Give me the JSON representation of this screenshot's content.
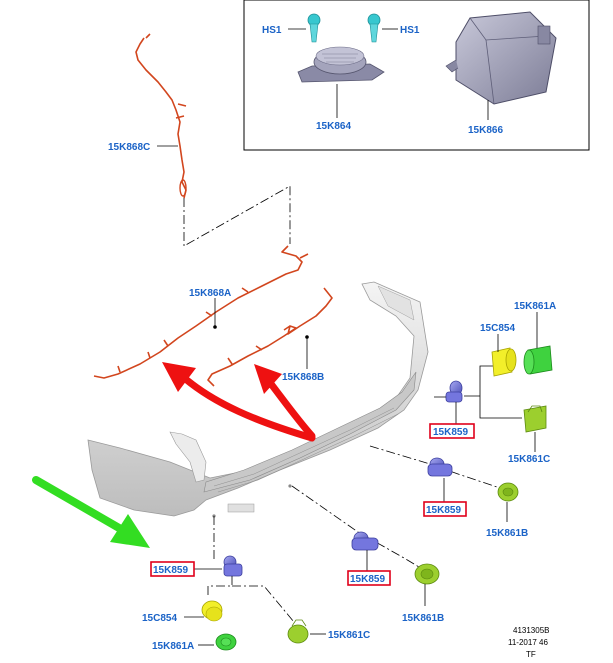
{
  "diagram": {
    "labels": {
      "hs1_left": "HS1",
      "hs1_right": "HS1",
      "k864": "15K864",
      "k866": "15K866",
      "k868c": "15K868C",
      "k868a": "15K868A",
      "k868b": "15K868B",
      "c854_upper": "15C854",
      "k861a_upper": "15K861A",
      "k861c_upper": "15K861C",
      "k859_right_top": "15K859",
      "k859_right_mid": "15K859",
      "k861b_right": "15K861B",
      "k859_bottom_center": "15K859",
      "k861b_bottom": "15K861B",
      "k859_left": "15K859",
      "c854_lower": "15C854",
      "k861a_lower": "15K861A",
      "k861c_lower": "15K861C"
    },
    "meta": {
      "ref": "4131305B",
      "date": "11-2017 46",
      "code": "TF"
    },
    "colors": {
      "label_blue": "#1b63c7",
      "highlight_red": "#e0001a",
      "arrow_red": "#ee1111",
      "arrow_green": "#33dd22",
      "harness_orange": "#d2461e",
      "sensor_blue": "#6f72d8",
      "bezel_yellow": "#f2ef2a",
      "bezel_green": "#3fd23f",
      "bezel_olive": "#9ccf2e",
      "module_gray": "#9b9bb2",
      "bumper_gray": "#d8d8d8"
    }
  }
}
